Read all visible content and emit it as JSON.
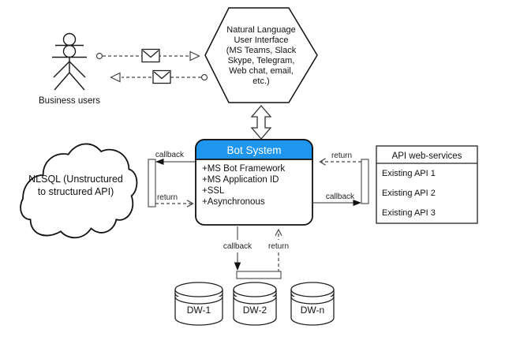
{
  "colors": {
    "accent_blue": "#1e96f0",
    "ink": "#111111"
  },
  "actor": {
    "label": "Business users"
  },
  "nlui_hexagon": {
    "lines": [
      "Natural Language",
      "User Interface",
      "(MS Teams, Slack",
      "Skype, Telegram,",
      "Web chat, email,",
      "etc.)"
    ]
  },
  "nlsql_cloud": {
    "lines": [
      "NLSQL (Unstructured",
      "to structured API)"
    ]
  },
  "bot_system": {
    "title": "Bot System",
    "features": [
      "+MS Bot Framework",
      "+MS Application ID",
      "+SSL",
      "+Asynchronous"
    ]
  },
  "api_services": {
    "title": "API web-services",
    "items": [
      "Existing API 1",
      "Existing API 2",
      "Existing API 3"
    ]
  },
  "data_warehouses": [
    {
      "label": "DW-1"
    },
    {
      "label": "DW-2"
    },
    {
      "label": "DW-n"
    }
  ],
  "edge_labels": {
    "nlsql_callback": "callback",
    "nlsql_return": "return",
    "api_callback": "callback",
    "api_return": "return",
    "dw_callback": "callback",
    "dw_return": "return"
  }
}
